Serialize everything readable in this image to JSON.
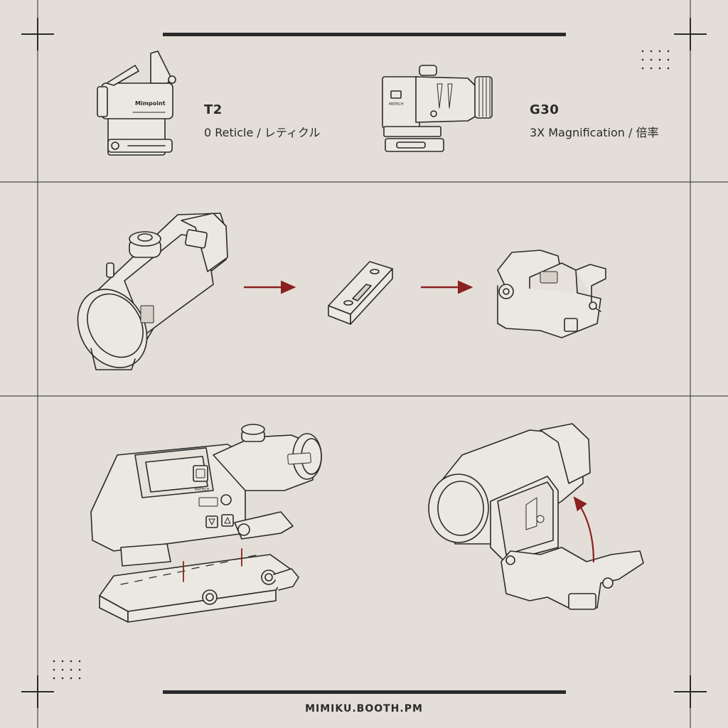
{
  "products": [
    {
      "name": "T2",
      "desc": "0 Reticle / レティクル"
    },
    {
      "name": "G30",
      "desc": "3X Magnification / 倍率"
    }
  ],
  "engravings": {
    "t2_brand": "Mimpoint",
    "g30_brand": "MKTECH",
    "eotech_brand": "MKTECH"
  },
  "footer": "MIMIKU.BOOTH.PM",
  "colors": {
    "background": "#e3dfd8",
    "line": "#2a2a2a",
    "arrow": "#8b2020"
  }
}
